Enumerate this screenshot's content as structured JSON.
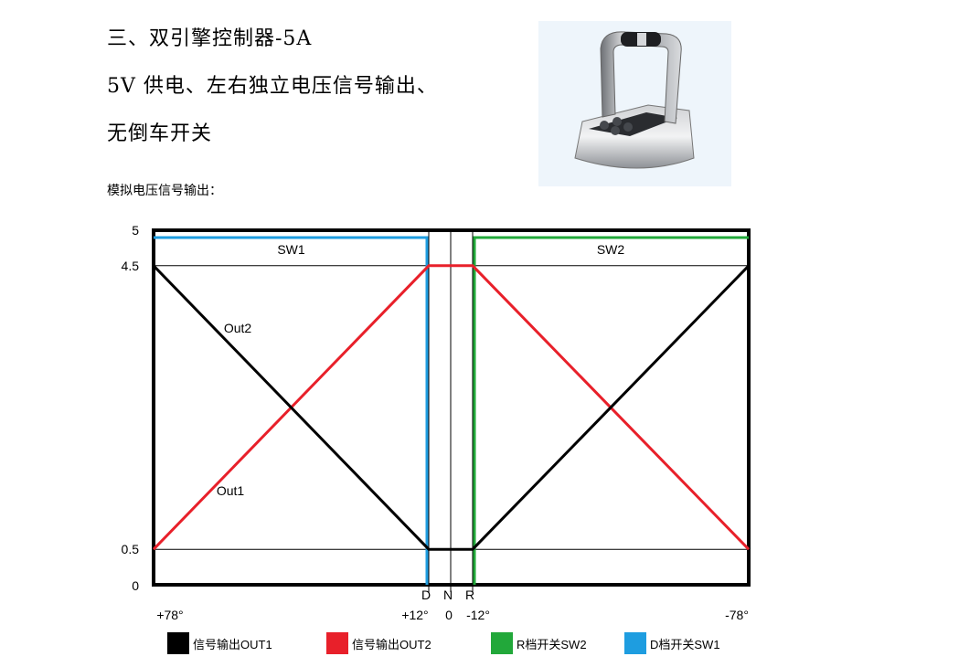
{
  "heading": {
    "line1": "三、双引擎控制器-5A",
    "line2": "5V 供电、左右独立电压信号输出、",
    "line3": "无倒车开关"
  },
  "subtitle": "模拟电压信号输出：",
  "product_image": {
    "icon": "dual-engine-throttle-lever-photo"
  },
  "colors": {
    "out1": "#e8202a",
    "out2": "#000000",
    "sw1": "#1e9de0",
    "sw2": "#22a83a"
  },
  "chart_data": {
    "type": "line",
    "y_ticks": [
      "5",
      "4.5",
      "0.5",
      "0"
    ],
    "y_values": [
      5,
      4.5,
      0.5,
      0
    ],
    "ylim": [
      0,
      5
    ],
    "x_ticks": [
      "+78°",
      "+12°",
      "0",
      "-12°",
      "-78°"
    ],
    "x_values": [
      78,
      12,
      0,
      -12,
      -78
    ],
    "xlim": [
      78,
      -78
    ],
    "gear_markers": [
      "D",
      "N",
      "R"
    ],
    "gear_positions": [
      12,
      0,
      -12
    ],
    "series": [
      {
        "name": "Out1",
        "x": [
          78,
          12,
          -12,
          -78
        ],
        "y": [
          0.5,
          4.5,
          4.5,
          0.5
        ]
      },
      {
        "name": "Out2",
        "x": [
          78,
          12,
          -12,
          -78
        ],
        "y": [
          4.5,
          0.5,
          0.5,
          4.5
        ]
      }
    ],
    "switches": [
      {
        "name": "SW1",
        "from": 78,
        "to": 12,
        "level": 5
      },
      {
        "name": "SW2",
        "from": -12,
        "to": -78,
        "level": 5
      }
    ],
    "legend": [
      {
        "label": "信号输出OUT1",
        "color_key": "out2"
      },
      {
        "label": "信号输出OUT2",
        "color_key": "out1"
      },
      {
        "label": "R档开关SW2",
        "color_key": "sw2"
      },
      {
        "label": "D档开关SW1",
        "color_key": "sw1"
      }
    ]
  }
}
